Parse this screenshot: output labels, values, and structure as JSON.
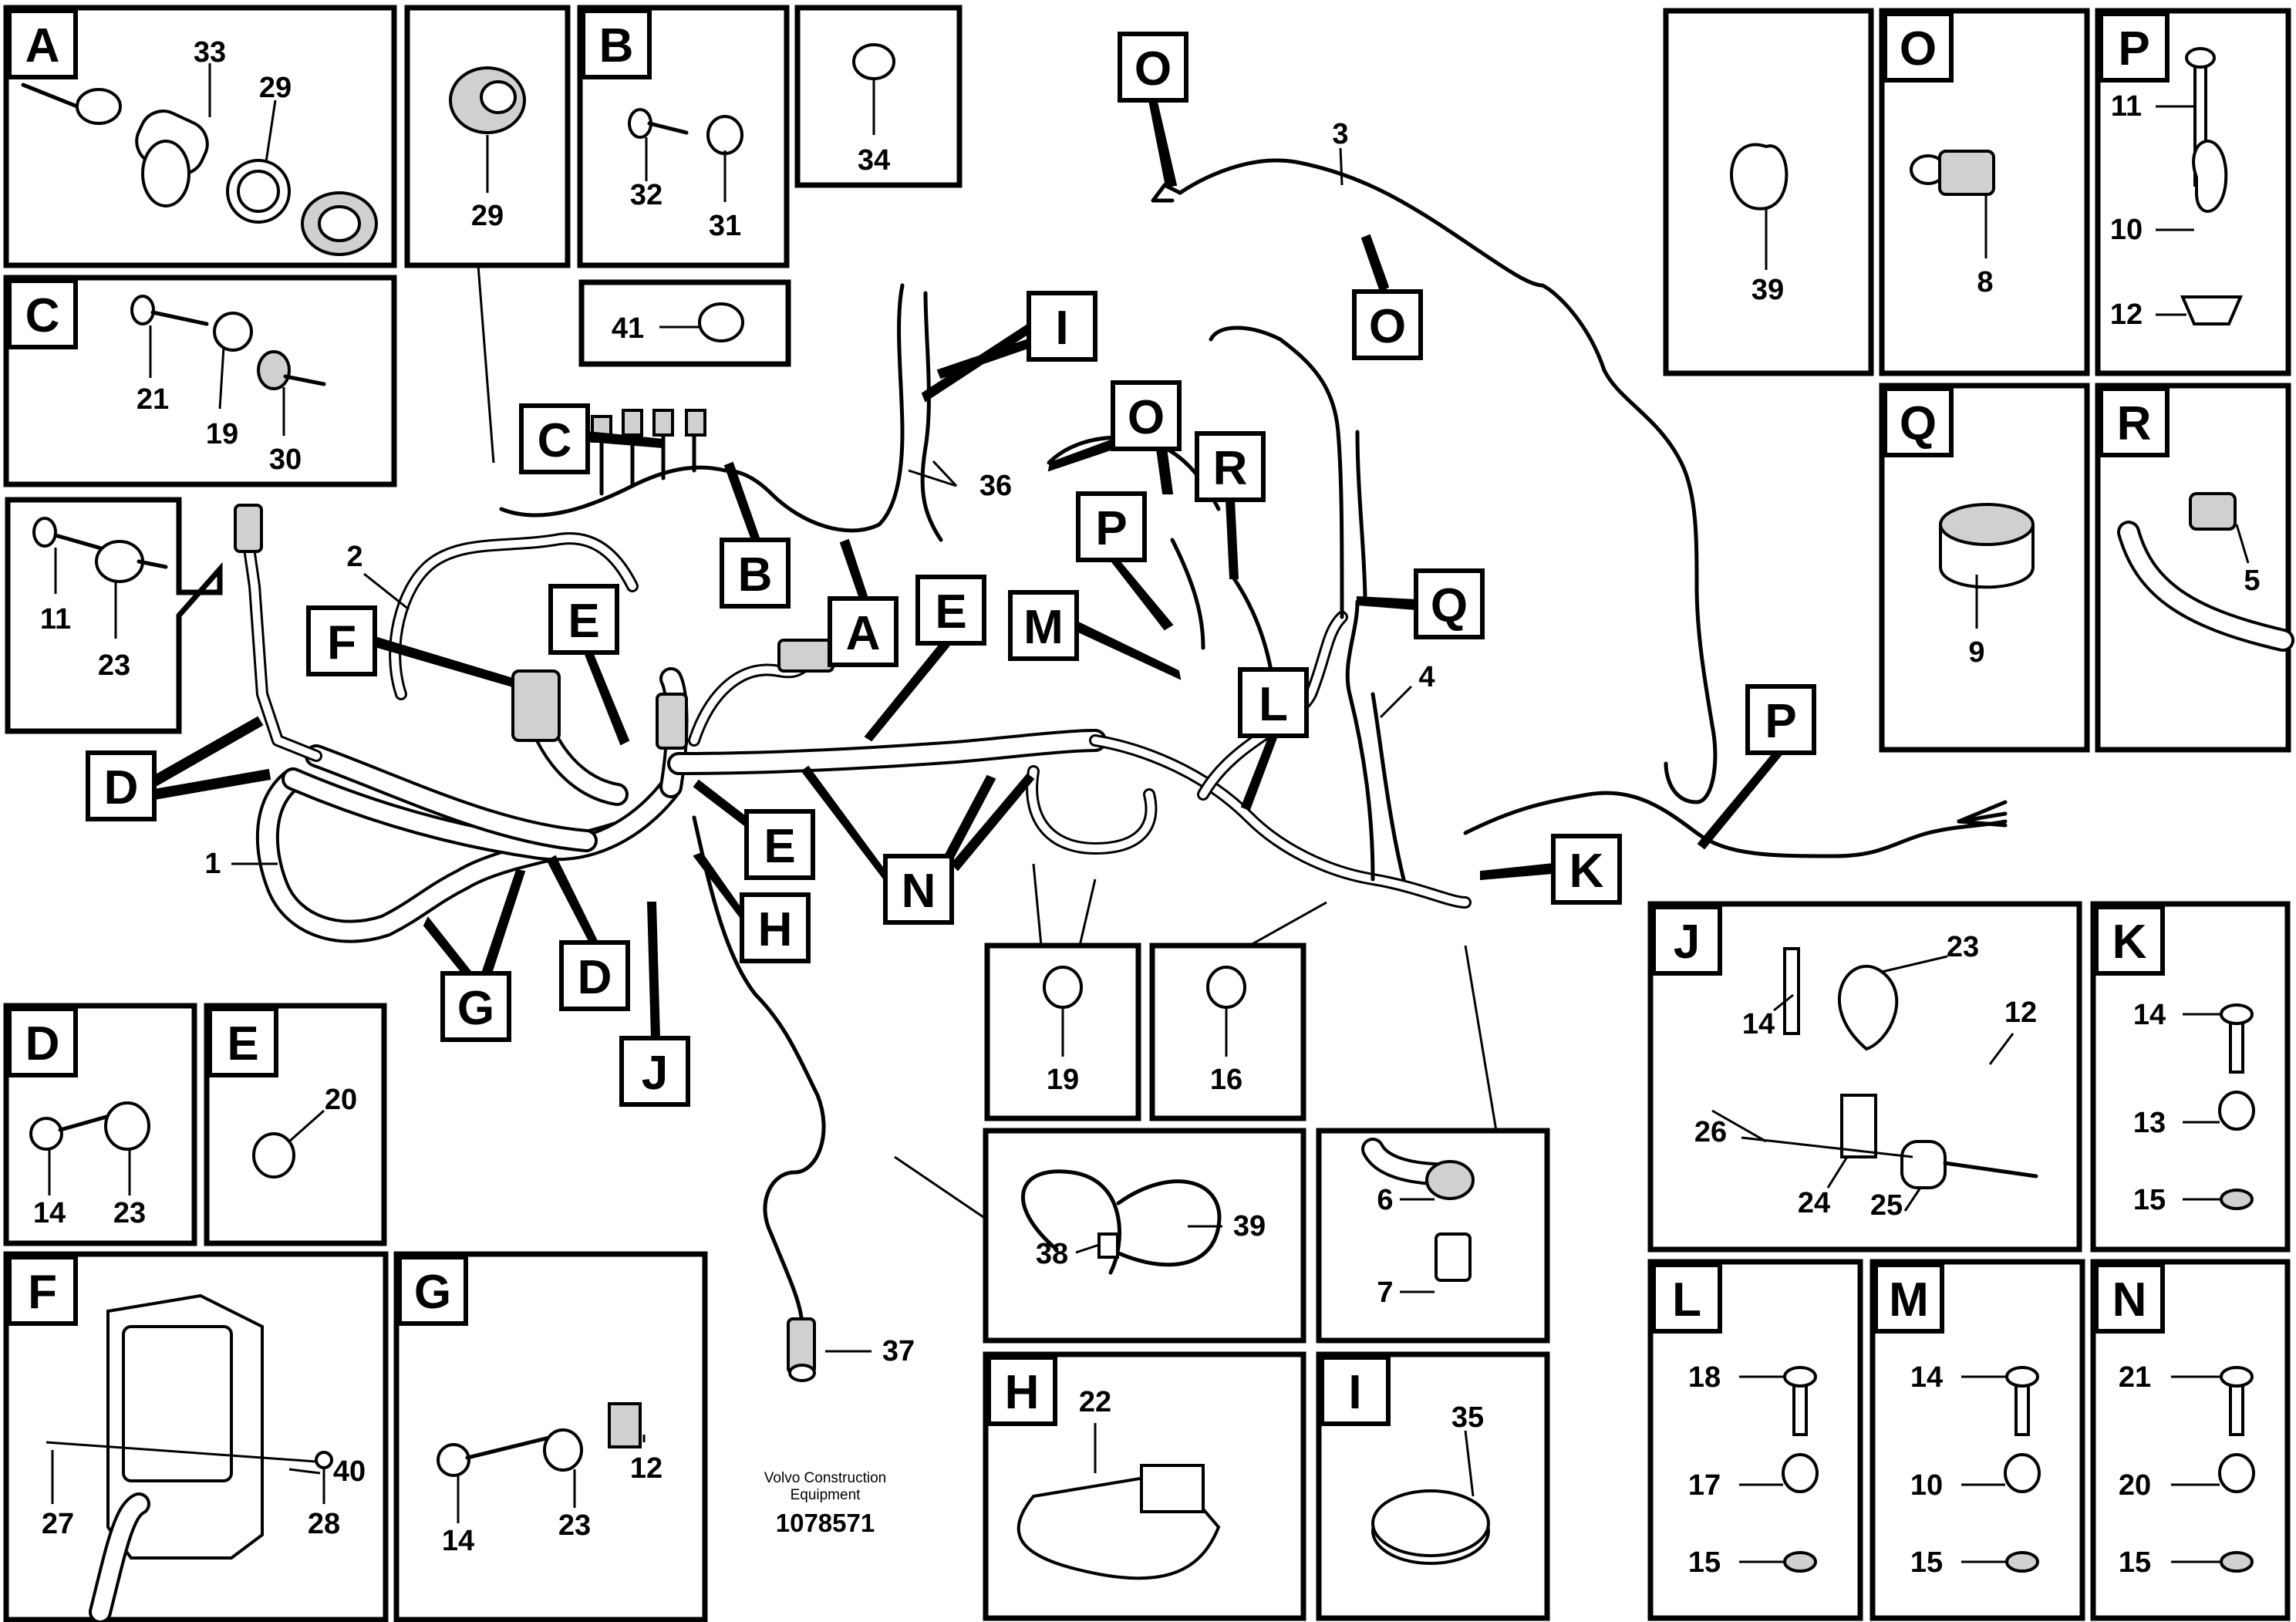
{
  "footer": {
    "brand_line1": "Volvo Construction",
    "brand_line2": "Equipment",
    "document_number": "1078571"
  },
  "detail_panels": {
    "A": {
      "letter": "A",
      "parts": [
        "33",
        "29"
      ]
    },
    "B": {
      "letter": "B",
      "parts": [
        "32",
        "31"
      ]
    },
    "C": {
      "letter": "C",
      "parts": [
        "21",
        "19",
        "30"
      ]
    },
    "D_top": {
      "parts": [
        "11",
        "23"
      ]
    },
    "D": {
      "letter": "D",
      "parts": [
        "14",
        "23"
      ]
    },
    "E": {
      "letter": "E",
      "parts": [
        "20"
      ]
    },
    "F": {
      "letter": "F",
      "parts": [
        "28",
        "40",
        "27"
      ]
    },
    "G": {
      "letter": "G",
      "parts": [
        "12",
        "14",
        "23"
      ]
    },
    "H": {
      "letter": "H",
      "parts": [
        "22"
      ]
    },
    "I": {
      "letter": "I",
      "parts": [
        "35"
      ]
    },
    "J": {
      "letter": "J",
      "parts": [
        "23",
        "14",
        "12",
        "26",
        "24",
        "25"
      ]
    },
    "K": {
      "letter": "K",
      "parts": [
        "14",
        "13",
        "15"
      ]
    },
    "L": {
      "letter": "L",
      "parts": [
        "18",
        "17",
        "15"
      ]
    },
    "M": {
      "letter": "M",
      "parts": [
        "14",
        "10",
        "15"
      ]
    },
    "N": {
      "letter": "N",
      "parts": [
        "21",
        "20",
        "15"
      ]
    },
    "O": {
      "letter": "O",
      "parts": [
        "8"
      ]
    },
    "P": {
      "letter": "P",
      "parts": [
        "11",
        "10",
        "12"
      ]
    },
    "Q": {
      "letter": "Q",
      "parts": [
        "9"
      ]
    },
    "R": {
      "letter": "R",
      "parts": [
        "5"
      ]
    },
    "tie39": {
      "parts": [
        "39"
      ]
    },
    "gear29": {
      "parts": [
        "29"
      ]
    },
    "clip34": {
      "parts": [
        "34"
      ]
    },
    "clip41": {
      "parts": [
        "41"
      ]
    },
    "clamp19": {
      "parts": [
        "19"
      ]
    },
    "clamp16": {
      "parts": [
        "16"
      ]
    },
    "ties3839": {
      "parts": [
        "38",
        "39"
      ]
    },
    "sensor67": {
      "parts": [
        "6",
        "7"
      ]
    }
  },
  "main_labels": {
    "harness_numbers": [
      "1",
      "2",
      "3",
      "4",
      "36",
      "37"
    ],
    "callouts": [
      "O",
      "O",
      "O",
      "C",
      "B",
      "A",
      "I",
      "P",
      "R",
      "Q",
      "F",
      "E",
      "E",
      "E",
      "M",
      "L",
      "D",
      "D",
      "G",
      "H",
      "J",
      "N",
      "K",
      "P"
    ]
  }
}
